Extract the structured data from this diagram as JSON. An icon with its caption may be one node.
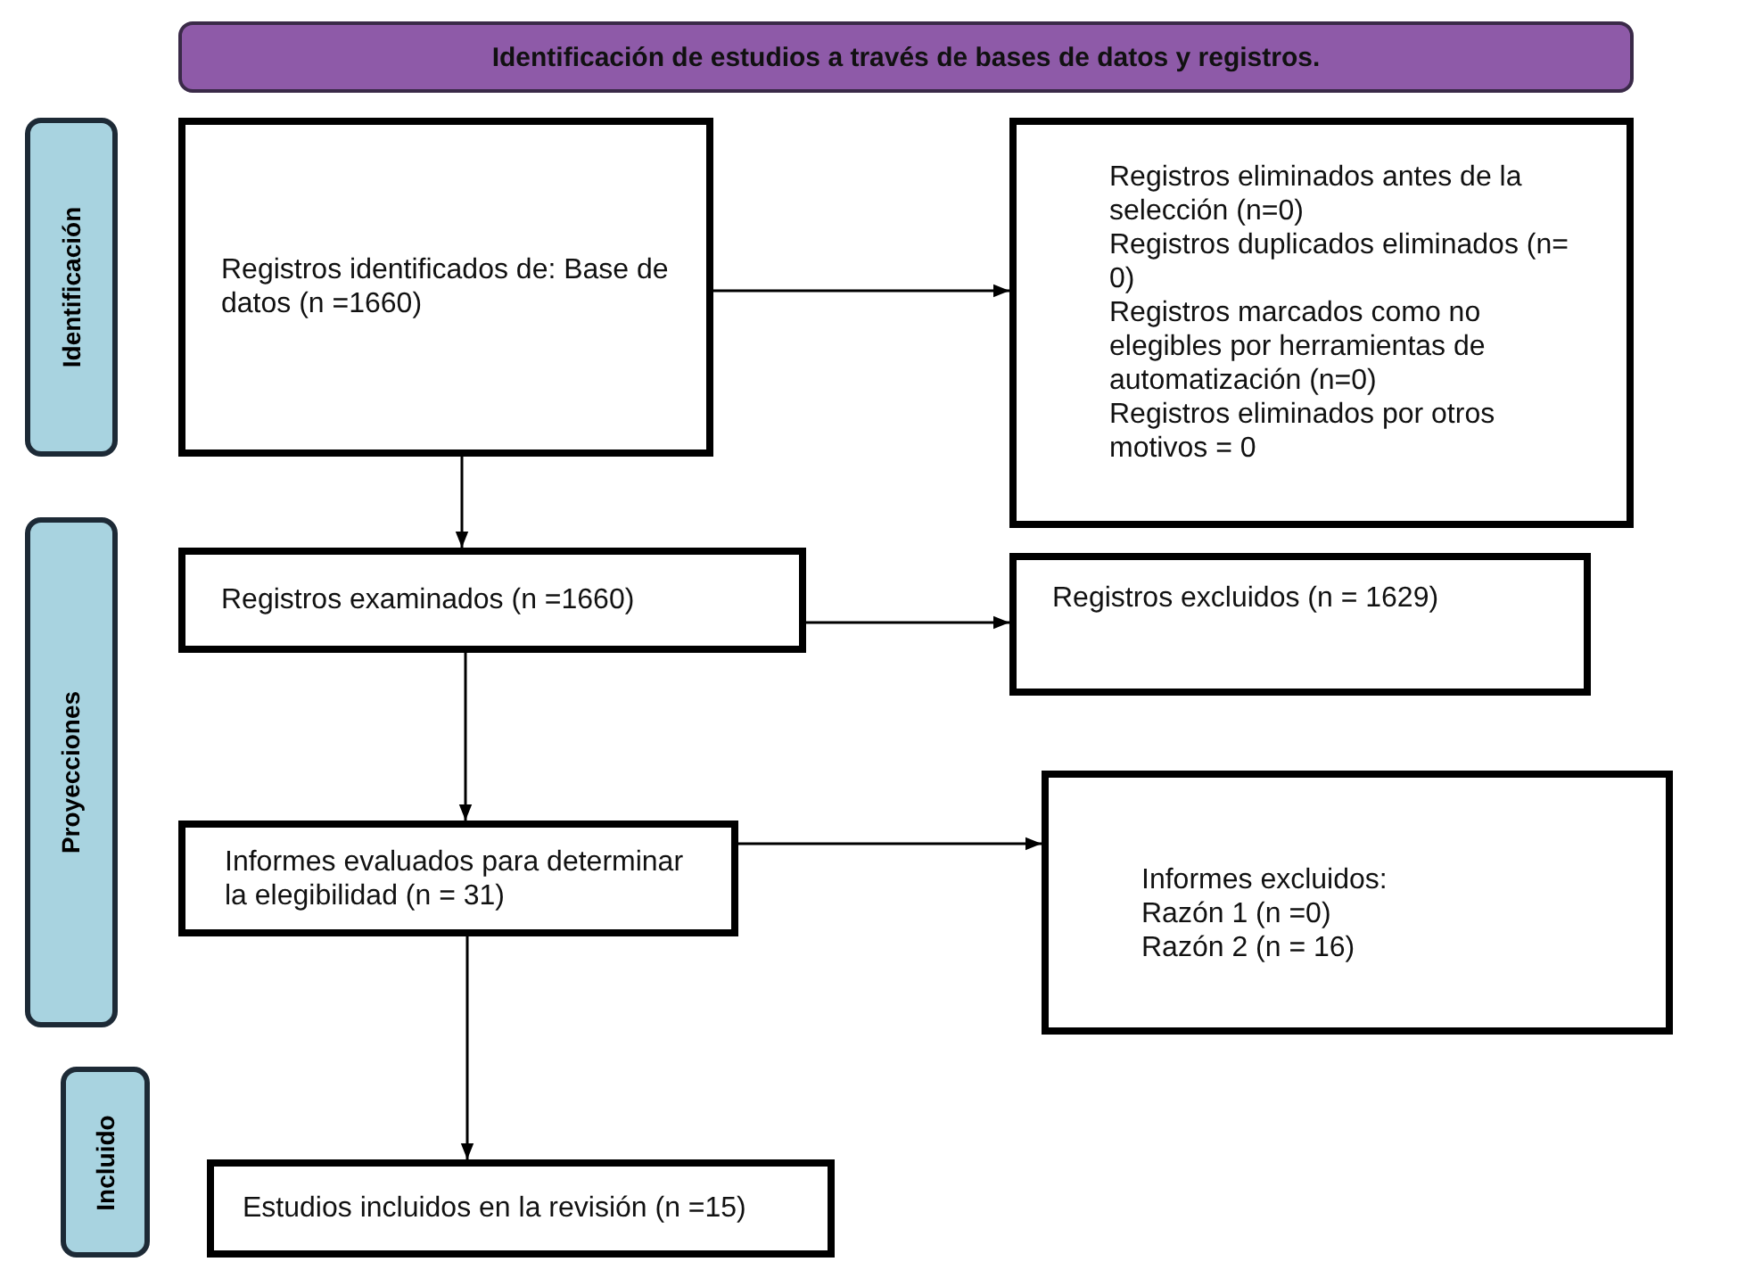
{
  "diagram": {
    "nodes": [
      {
        "text": [
          "Identificación de estudios a través de bases de datos y registros."
        ]
      },
      {
        "text": [
          "Identificación"
        ]
      },
      {
        "text": [
          "Registros identificados de: Base de datos (n =1660)"
        ]
      },
      {
        "text": [
          "Registros eliminados antes de la selección (n=0)",
          "Registros duplicados eliminados (n= 0)",
          "Registros marcados como no elegibles por herramientas de automatización (n=0)",
          "Registros eliminados por otros motivos = 0"
        ]
      },
      {
        "text": [
          "Proyecciones"
        ]
      },
      {
        "text": [
          "Registros examinados (n =1660)"
        ]
      },
      {
        "text": [
          "Registros excluidos (n = 1629)"
        ]
      },
      {
        "text": [
          "Informes evaluados para determinar la elegibilidad (n = 31)"
        ]
      },
      {
        "text": [
          "Informes excluidos:",
          "Razón 1 (n =0)",
          "Razón 2 (n = 16)"
        ]
      },
      {
        "text": [
          "Incluido"
        ]
      },
      {
        "text": [
          "Estudios incluidos en la revisión (n =15)"
        ]
      }
    ],
    "edges": [
      {
        "from": 2,
        "to": 3,
        "arrow": "to"
      },
      {
        "from": 2,
        "to": 5,
        "arrow": "to"
      },
      {
        "from": 5,
        "to": 6,
        "arrow": "to"
      },
      {
        "from": 5,
        "to": 7,
        "arrow": "to"
      },
      {
        "from": 7,
        "to": 8,
        "arrow": "to"
      },
      {
        "from": 7,
        "to": 10,
        "arrow": "to"
      }
    ]
  }
}
